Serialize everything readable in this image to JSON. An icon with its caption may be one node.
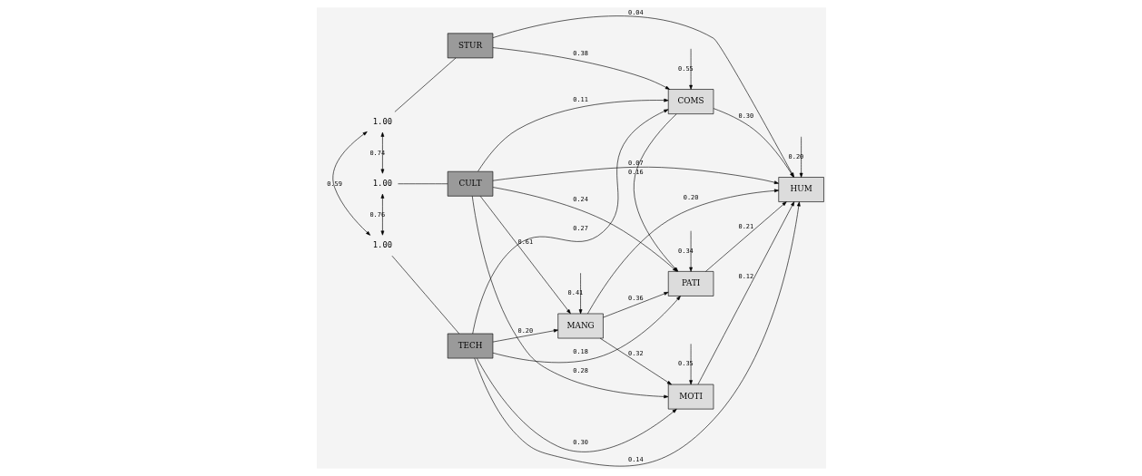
{
  "diagram": {
    "nodes": [
      {
        "text": [
          "STUR"
        ]
      },
      {
        "text": [
          "CULT"
        ]
      },
      {
        "text": [
          "TECH"
        ]
      },
      {
        "text": [
          "MANG"
        ]
      },
      {
        "text": [
          "MOTI"
        ]
      },
      {
        "text": [
          "PATI"
        ]
      },
      {
        "text": [
          "COMS"
        ]
      },
      {
        "text": [
          "HUM"
        ]
      },
      {
        "text": [
          "1.00"
        ]
      },
      {
        "text": [
          "1.00"
        ]
      },
      {
        "text": [
          "1.00"
        ]
      }
    ],
    "edges": [
      {
        "from": 8,
        "to": 0,
        "arrow": "none"
      },
      {
        "from": 9,
        "to": 1,
        "arrow": "none"
      },
      {
        "from": 10,
        "to": 2,
        "arrow": "none"
      },
      {
        "from": 8,
        "to": 9,
        "arrow": "both",
        "label": "0.74"
      },
      {
        "from": 9,
        "to": 10,
        "arrow": "both",
        "label": "0.76"
      },
      {
        "from": 8,
        "to": 10,
        "arrow": "both",
        "label": "0.59"
      },
      {
        "from": 0,
        "to": 7,
        "arrow": "to",
        "label": "0.04"
      },
      {
        "from": 0,
        "to": 6,
        "arrow": "to",
        "label": "0.38"
      },
      {
        "from": 1,
        "to": 3,
        "arrow": "to",
        "label": "0.61"
      },
      {
        "from": 1,
        "to": 4,
        "arrow": "to",
        "label": "0.28"
      },
      {
        "from": 1,
        "to": 5,
        "arrow": "to",
        "label": "0.24"
      },
      {
        "from": 1,
        "to": 7,
        "arrow": "to",
        "label": "0.07"
      },
      {
        "from": 1,
        "to": 6,
        "arrow": "to",
        "label": "0.11"
      },
      {
        "from": 2,
        "to": 3,
        "arrow": "to",
        "label": "0.20"
      },
      {
        "from": 2,
        "to": 4,
        "arrow": "to",
        "label": "0.30"
      },
      {
        "from": 2,
        "to": 5,
        "arrow": "to",
        "label": "0.18"
      },
      {
        "from": 2,
        "to": 7,
        "arrow": "to",
        "label": "0.14"
      },
      {
        "from": 2,
        "to": 6,
        "arrow": "to",
        "label": "0.27"
      },
      {
        "from": 3,
        "to": 4,
        "arrow": "to",
        "label": "0.32"
      },
      {
        "from": 3,
        "to": 5,
        "arrow": "to",
        "label": "0.36"
      },
      {
        "from": 3,
        "to": 7,
        "arrow": "to",
        "label": "0.20"
      },
      {
        "from": 4,
        "to": 7,
        "arrow": "to",
        "label": "0.12"
      },
      {
        "from": 5,
        "to": 7,
        "arrow": "to",
        "label": "0.21"
      },
      {
        "from": 6,
        "to": 5,
        "arrow": "to",
        "label": "0.16"
      },
      {
        "from": 6,
        "to": 7,
        "arrow": "to",
        "label": "0.30"
      },
      {
        "from": null,
        "to": 3,
        "arrow": "to",
        "label": "0.41"
      },
      {
        "from": null,
        "to": 4,
        "arrow": "to",
        "label": "0.35"
      },
      {
        "from": null,
        "to": 5,
        "arrow": "to",
        "label": "0.34"
      },
      {
        "from": null,
        "to": 6,
        "arrow": "to",
        "label": "0.55"
      },
      {
        "from": null,
        "to": 7,
        "arrow": "to",
        "label": "0.20"
      }
    ]
  }
}
